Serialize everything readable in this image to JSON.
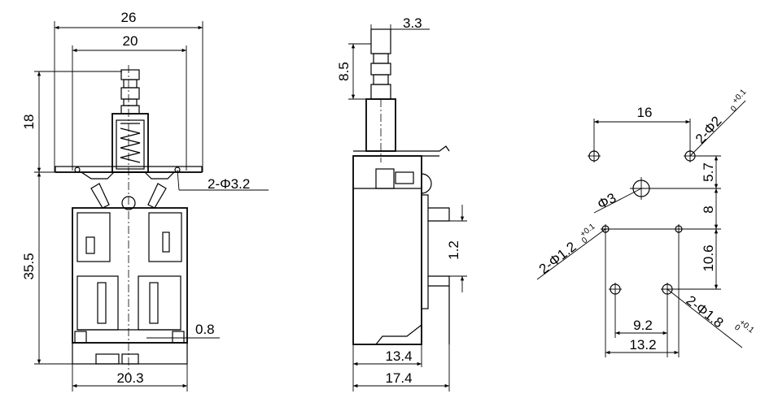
{
  "front_view": {
    "width_26": "26",
    "width_20": "20",
    "height_18": "18",
    "height_35_5": "35.5",
    "holes": "2-Φ3.2",
    "gap": "0.8",
    "base_width": "20.3"
  },
  "side_view": {
    "plunger_width": "3.3",
    "plunger_height": "8.5",
    "pin_pitch": "1.2",
    "body_depth": "13.4",
    "total_depth": "17.4"
  },
  "pcb_layout": {
    "pitch_16": "16",
    "hole_2": "2-Φ2",
    "hole_2_tol": "+0.1",
    "hole_2_tol_low": "0",
    "dim_5_7": "5.7",
    "center_hole": "Φ3",
    "dim_8": "8",
    "hole_1_2": "2-Φ1.2",
    "hole_1_2_tol": "+0.1",
    "hole_1_2_tol_low": "0",
    "dim_10_6": "10.6",
    "hole_1_8": "2-Φ1.8",
    "hole_1_8_tol": "+0.1",
    "hole_1_8_tol_low": "0",
    "dim_9_2": "9.2",
    "dim_13_2": "13.2"
  }
}
